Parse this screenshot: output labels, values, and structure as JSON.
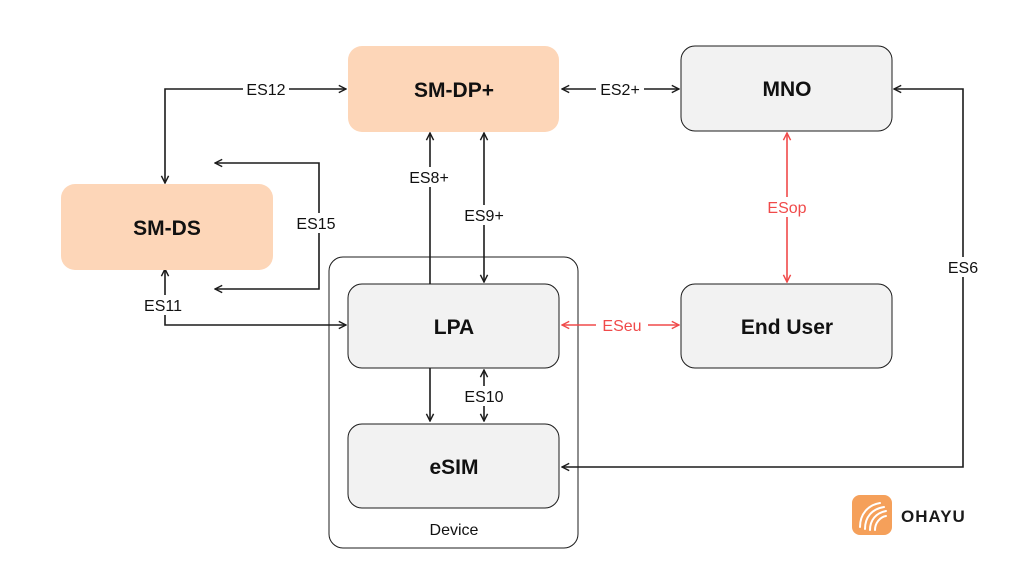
{
  "nodes": {
    "sm_dp_plus": "SM-DP+",
    "sm_ds": "SM-DS",
    "mno": "MNO",
    "lpa": "LPA",
    "end_user": "End User",
    "esim": "eSIM"
  },
  "device_label": "Device",
  "interfaces": {
    "es12": "ES12",
    "es2_plus": "ES2+",
    "es15": "ES15",
    "es8_plus": "ES8+",
    "es9_plus": "ES9+",
    "esop": "ESop",
    "es6": "ES6",
    "es11": "ES11",
    "eseu": "ESeu",
    "es10": "ES10"
  },
  "logo": {
    "text": "OHAYU",
    "color": "#f5a05a"
  },
  "colors": {
    "orange_node": "#fdd6b8",
    "gray_node": "#f2f2f2",
    "line": "#1c1c1c",
    "red_line": "#f04a4a"
  }
}
